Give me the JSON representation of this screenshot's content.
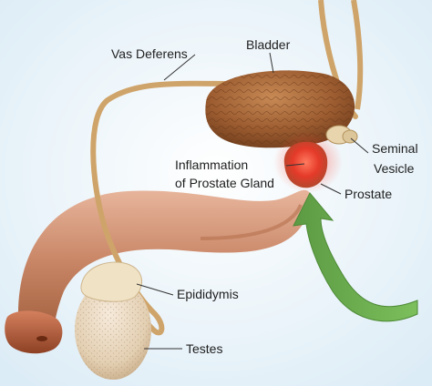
{
  "labels": {
    "vas_deferens": "Vas Deferens",
    "bladder": "Bladder",
    "seminal_vesicle_line1": "Seminal",
    "seminal_vesicle_line2": "Vesicle",
    "inflammation_line1": "Inflammation",
    "inflammation_line2": "of Prostate Gland",
    "prostate": "Prostate",
    "epididymis": "Epididymis",
    "testes": "Testes"
  },
  "colors": {
    "background": "#eef6fb",
    "tube": "#cfa46a",
    "bladder": "#a8683a",
    "penis": "#c9876a",
    "testis": "#ecdcc4",
    "inflammation": "#e53a2a",
    "arrow": "#6aa84f",
    "leader_line": "#333333"
  },
  "icons": {
    "arrow": "upward-curved-green-arrow"
  }
}
